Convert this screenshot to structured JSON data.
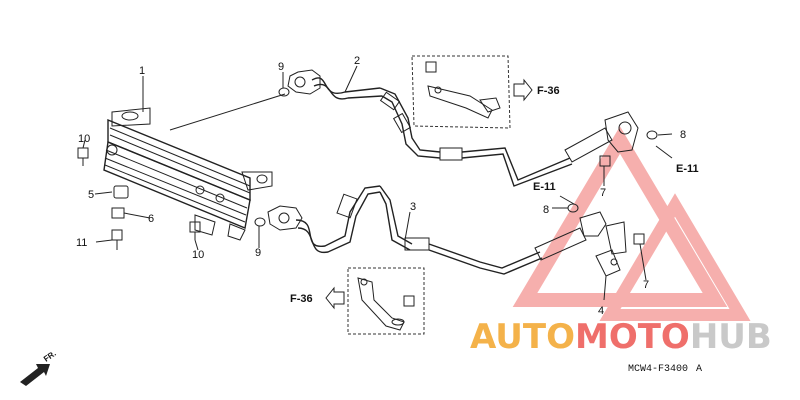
{
  "callouts": {
    "c1": "1",
    "c2": "2",
    "c3": "3",
    "c4": "4",
    "c5": "5",
    "c6": "6",
    "c7a": "7",
    "c7b": "7",
    "c8a": "8",
    "c8b": "8",
    "c9a": "9",
    "c9b": "9",
    "c10a": "10",
    "c10b": "10",
    "c11": "11"
  },
  "refs": {
    "f36_top": "F-36",
    "f36_bottom": "F-36",
    "e11_right": "E-11",
    "e11_middle": "E-11"
  },
  "direction_label": "FR.",
  "diagram_code": "MCW4-F3400",
  "diagram_code_suffix": "A",
  "watermark": {
    "part1": "AUTO",
    "part2": "MOTO",
    "part3": "HUB"
  },
  "colors": {
    "wm_orange": "#f4b24a",
    "wm_red": "#ef6f6b",
    "wm_gray": "#c9c9c9"
  }
}
